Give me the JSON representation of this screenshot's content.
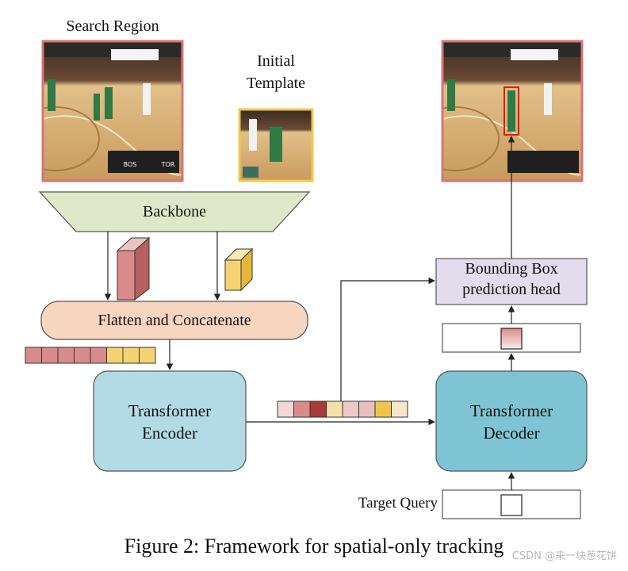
{
  "labels": {
    "search_region": "Search Region",
    "initial_template_line1": "Initial",
    "initial_template_line2": "Template",
    "backbone": "Backbone",
    "flatten_concat": "Flatten and Concatenate",
    "encoder_line1": "Transformer",
    "encoder_line2": "Encoder",
    "decoder_line1": "Transformer",
    "decoder_line2": "Decoder",
    "bbox_head_line1": "Bounding Box",
    "bbox_head_line2": "prediction head",
    "target_query": "Target Query",
    "scoreboard_left": "BOS",
    "scoreboard_right": "TOR"
  },
  "caption": "Figure 2: Framework for spatial-only tracking",
  "watermark": "CSDN @来一块葱花饼",
  "colors": {
    "backbone_fill": "#dfe8c8",
    "flatten_fill": "#f8d5bf",
    "encoder_fill": "#b2dbe6",
    "decoder_fill": "#7ec4d4",
    "bbox_head_fill": "#e3dcec",
    "frame_search": "#d97474",
    "frame_template": "#f2c84a",
    "token_search": "#d98b8b",
    "token_template": "#f5d373",
    "court": "#d9b173",
    "player_green": "#2f7a45"
  },
  "token_sequences": {
    "concat_tokens": [
      "#d98b8b",
      "#d98b8b",
      "#d98b8b",
      "#d98b8b",
      "#d98b8b",
      "#f5d373",
      "#f5d373",
      "#f5d373"
    ],
    "encoder_output_tokens": [
      "#f4d8d8",
      "#d98b8b",
      "#a83a3a",
      "#f7e0a6",
      "#eec8c8",
      "#e8c0c0",
      "#f0c64a",
      "#f7e7c8"
    ]
  }
}
